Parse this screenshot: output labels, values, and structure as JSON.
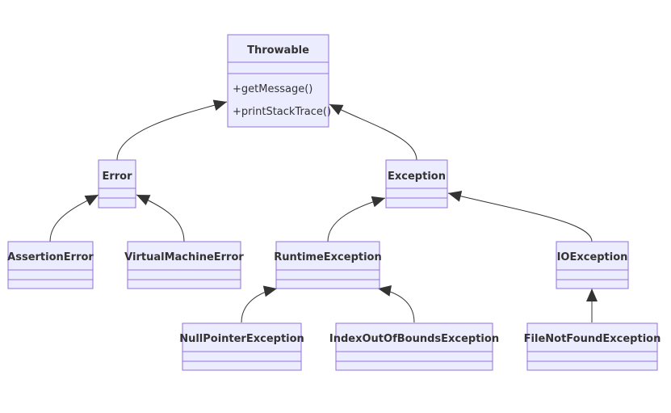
{
  "diagram": {
    "classes": {
      "throwable": {
        "name": "Throwable",
        "members": [
          "+getMessage()",
          "+printStackTrace()"
        ]
      },
      "error": {
        "name": "Error",
        "members": []
      },
      "exception": {
        "name": "Exception",
        "members": []
      },
      "assertion_error": {
        "name": "AssertionError",
        "members": []
      },
      "virtual_machine_error": {
        "name": "VirtualMachineError",
        "members": []
      },
      "runtime_exception": {
        "name": "RuntimeException",
        "members": []
      },
      "io_exception": {
        "name": "IOException",
        "members": []
      },
      "null_pointer_exception": {
        "name": "NullPointerException",
        "members": []
      },
      "index_out_of_bounds_exception": {
        "name": "IndexOutOfBoundsException",
        "members": []
      },
      "file_not_found_exception": {
        "name": "FileNotFoundException",
        "members": []
      }
    },
    "relations": [
      {
        "from": "Error",
        "to": "Throwable",
        "type": "inheritance"
      },
      {
        "from": "Exception",
        "to": "Throwable",
        "type": "inheritance"
      },
      {
        "from": "AssertionError",
        "to": "Error",
        "type": "inheritance"
      },
      {
        "from": "VirtualMachineError",
        "to": "Error",
        "type": "inheritance"
      },
      {
        "from": "RuntimeException",
        "to": "Exception",
        "type": "inheritance"
      },
      {
        "from": "IOException",
        "to": "Exception",
        "type": "inheritance"
      },
      {
        "from": "NullPointerException",
        "to": "RuntimeException",
        "type": "inheritance"
      },
      {
        "from": "IndexOutOfBoundsException",
        "to": "RuntimeException",
        "type": "inheritance"
      },
      {
        "from": "FileNotFoundException",
        "to": "IOException",
        "type": "inheritance"
      }
    ],
    "colors": {
      "box_fill": "#ECECFF",
      "box_stroke": "#9370DB",
      "edge": "#333333",
      "text": "#333333"
    }
  }
}
